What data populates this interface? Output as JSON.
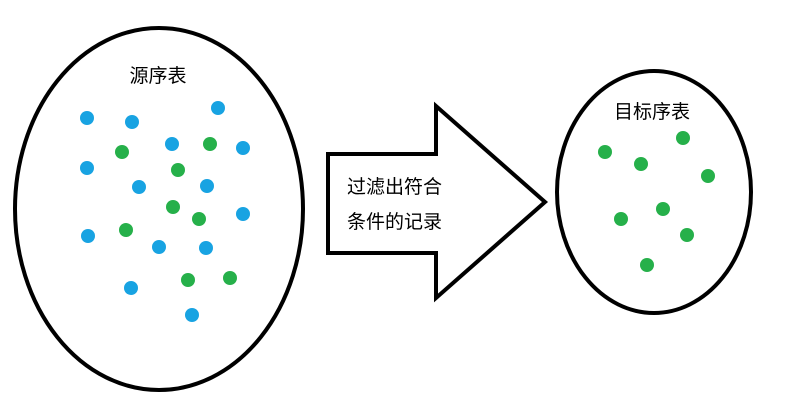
{
  "source_table": {
    "label": "源序表",
    "dots": [
      {
        "color": "blue"
      },
      {
        "color": "blue"
      },
      {
        "color": "blue"
      },
      {
        "color": "blue"
      },
      {
        "color": "blue"
      },
      {
        "color": "blue"
      },
      {
        "color": "blue"
      },
      {
        "color": "blue"
      },
      {
        "color": "blue"
      },
      {
        "color": "blue"
      },
      {
        "color": "blue"
      },
      {
        "color": "blue"
      },
      {
        "color": "blue"
      },
      {
        "color": "blue"
      },
      {
        "color": "green"
      },
      {
        "color": "green"
      },
      {
        "color": "green"
      },
      {
        "color": "green"
      },
      {
        "color": "green"
      },
      {
        "color": "green"
      },
      {
        "color": "green"
      },
      {
        "color": "green"
      }
    ]
  },
  "arrow": {
    "line1": "过滤出符合",
    "line2": "条件的记录"
  },
  "target_table": {
    "label": "目标序表",
    "dots": [
      {
        "color": "green"
      },
      {
        "color": "green"
      },
      {
        "color": "green"
      },
      {
        "color": "green"
      },
      {
        "color": "green"
      },
      {
        "color": "green"
      },
      {
        "color": "green"
      },
      {
        "color": "green"
      }
    ]
  },
  "colors": {
    "blue": "#18a3e2",
    "green": "#26b04a",
    "outline": "#000000"
  }
}
